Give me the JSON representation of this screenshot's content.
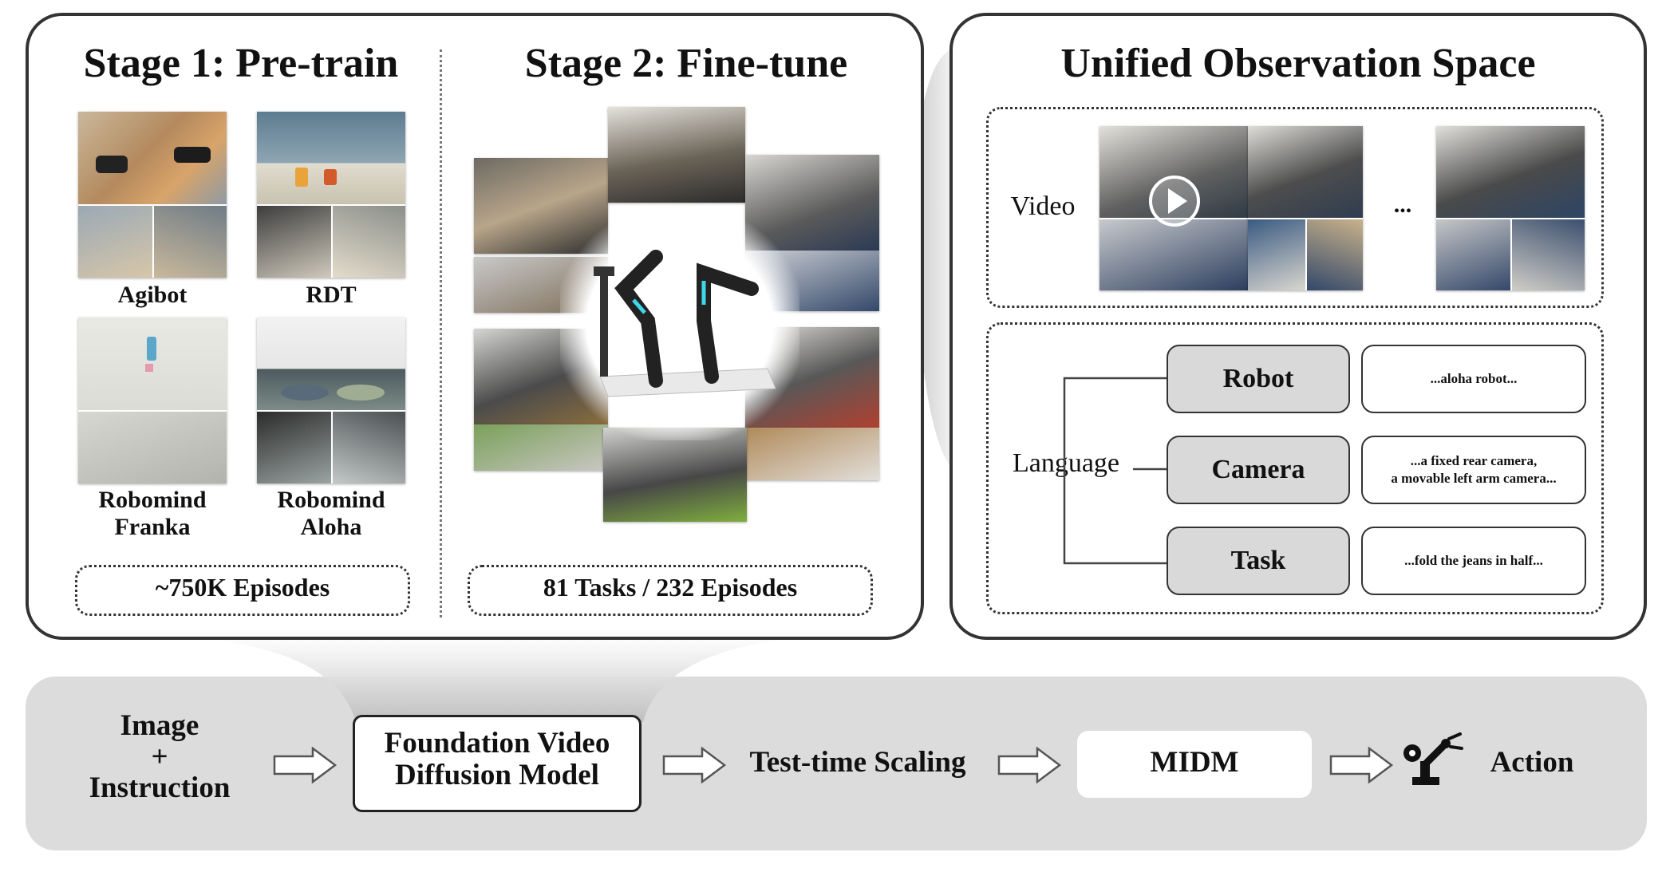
{
  "stage1": {
    "title": "Stage 1: Pre-train",
    "datasets": [
      {
        "label": "Agibot"
      },
      {
        "label": "RDT"
      },
      {
        "label_line1": "Robomind",
        "label_line2": "Franka"
      },
      {
        "label_line1": "Robomind",
        "label_line2": "Aloha"
      }
    ],
    "episodes": "~750K Episodes"
  },
  "stage2": {
    "title": "Stage 2: Fine-tune",
    "episodes": "81 Tasks / 232 Episodes"
  },
  "obs": {
    "title": "Unified Observation Space",
    "video_label": "Video",
    "ellipsis": "...",
    "language_label": "Language",
    "rows": [
      {
        "key": "Robot",
        "example_line1": "...aloha robot...",
        "example_line2": ""
      },
      {
        "key": "Camera",
        "example_line1": "...a fixed rear camera,",
        "example_line2": "a movable left arm camera..."
      },
      {
        "key": "Task",
        "example_line1": "...fold the jeans in half...",
        "example_line2": ""
      }
    ]
  },
  "pipeline": {
    "input_line1": "Image",
    "input_line2": "+",
    "input_line3": "Instruction",
    "model_line1": "Foundation Video",
    "model_line2": "Diffusion Model",
    "scaling": "Test-time Scaling",
    "midm": "MIDM",
    "action": "Action",
    "action_icon": "robot-arm-icon"
  }
}
